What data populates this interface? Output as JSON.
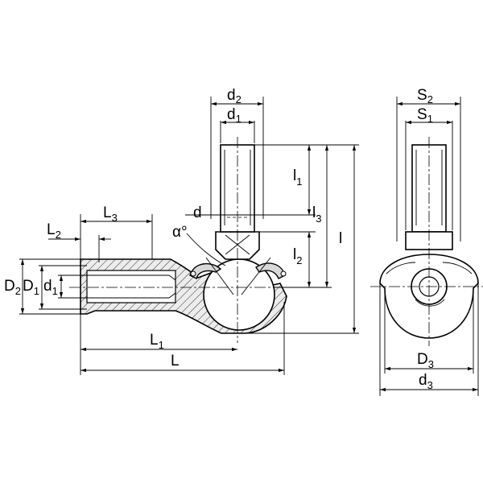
{
  "labels": {
    "d2_top": {
      "main": "d",
      "sub": "2"
    },
    "d1_top": {
      "main": "d",
      "sub": "1"
    },
    "l1": {
      "main": "l",
      "sub": "1"
    },
    "l3": {
      "main": "l",
      "sub": "3"
    },
    "l": {
      "main": "l",
      "sub": ""
    },
    "l2": {
      "main": "l",
      "sub": "2"
    },
    "d": {
      "main": "d",
      "sub": ""
    },
    "alpha": {
      "main": "α°",
      "sub": ""
    },
    "L3": {
      "main": "L",
      "sub": "3"
    },
    "L2": {
      "main": "L",
      "sub": "2"
    },
    "D2": {
      "main": "D",
      "sub": "2"
    },
    "D1": {
      "main": "D",
      "sub": "1"
    },
    "d1_left": {
      "main": "d",
      "sub": "1"
    },
    "L1": {
      "main": "L",
      "sub": "1"
    },
    "L": {
      "main": "L",
      "sub": ""
    },
    "S2": {
      "main": "S",
      "sub": "2"
    },
    "S1": {
      "main": "S",
      "sub": "1"
    },
    "D3": {
      "main": "D",
      "sub": "3"
    },
    "d3": {
      "main": "d",
      "sub": "3"
    }
  },
  "colors": {
    "line": "#000000",
    "body_fill": "#e8e8e8",
    "hatch": "#000000",
    "background": "#ffffff"
  }
}
